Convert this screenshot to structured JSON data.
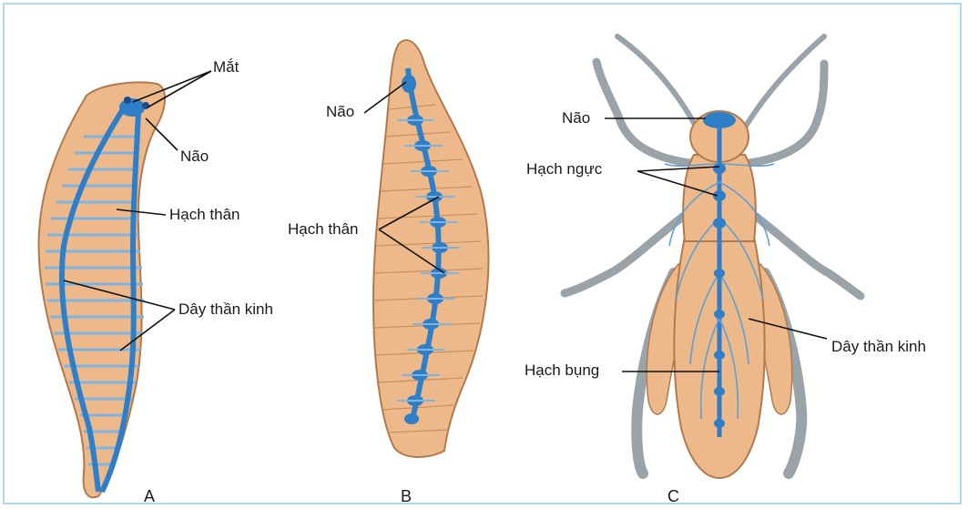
{
  "colors": {
    "body": "#eeb98a",
    "body_outline": "#b07a4e",
    "nerve": "#2f7fc8",
    "frame": "#a9dbe8",
    "leg_gray": "#9aa3a8"
  },
  "panel_a": {
    "caption": "A",
    "labels": {
      "eyes": "Mắt",
      "brain": "Não",
      "body_ganglia": "Hạch thân",
      "nerve_cord": "Dây thần kinh"
    }
  },
  "panel_b": {
    "caption": "B",
    "labels": {
      "brain": "Não",
      "body_ganglia": "Hạch thân"
    }
  },
  "panel_c": {
    "caption": "C",
    "labels": {
      "brain": "Não",
      "thoracic_ganglia": "Hạch ngực",
      "nerve_cord": "Dây thần kinh",
      "abdominal_ganglia": "Hạch bụng"
    }
  }
}
